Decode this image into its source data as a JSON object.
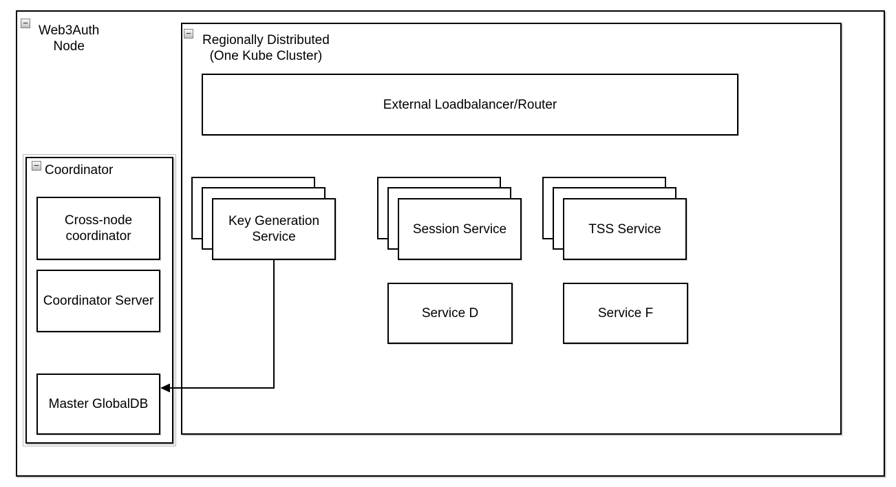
{
  "canvas": {
    "background": "#ffffff",
    "stroke_color": "#000000"
  },
  "icons": {
    "collapse_glyph": "−",
    "collapse_name": "collapse-minus-icon"
  },
  "groups": {
    "web3auth": {
      "label": "Web3Auth\nNode"
    },
    "regional": {
      "label": "Regionally Distributed\n(One Kube Cluster)"
    },
    "coordinator": {
      "label": "Coordinator"
    }
  },
  "nodes": {
    "external_lb": {
      "label": "External Loadbalancer/Router"
    },
    "cross_node_coordinator": {
      "label": "Cross-node\ncoordinator"
    },
    "coordinator_server": {
      "label": "Coordinator Server"
    },
    "master_globaldb": {
      "label": "Master GlobalDB"
    },
    "key_generation_service": {
      "label": "Key Generation\nService",
      "stacked": true
    },
    "session_service": {
      "label": "Session Service",
      "stacked": true
    },
    "tss_service": {
      "label": "TSS Service",
      "stacked": true
    },
    "service_d": {
      "label": "Service D"
    },
    "service_f": {
      "label": "Service F"
    }
  },
  "edges": [
    {
      "from": "key_generation_service",
      "to": "master_globaldb",
      "style": "orthogonal-arrow"
    }
  ]
}
